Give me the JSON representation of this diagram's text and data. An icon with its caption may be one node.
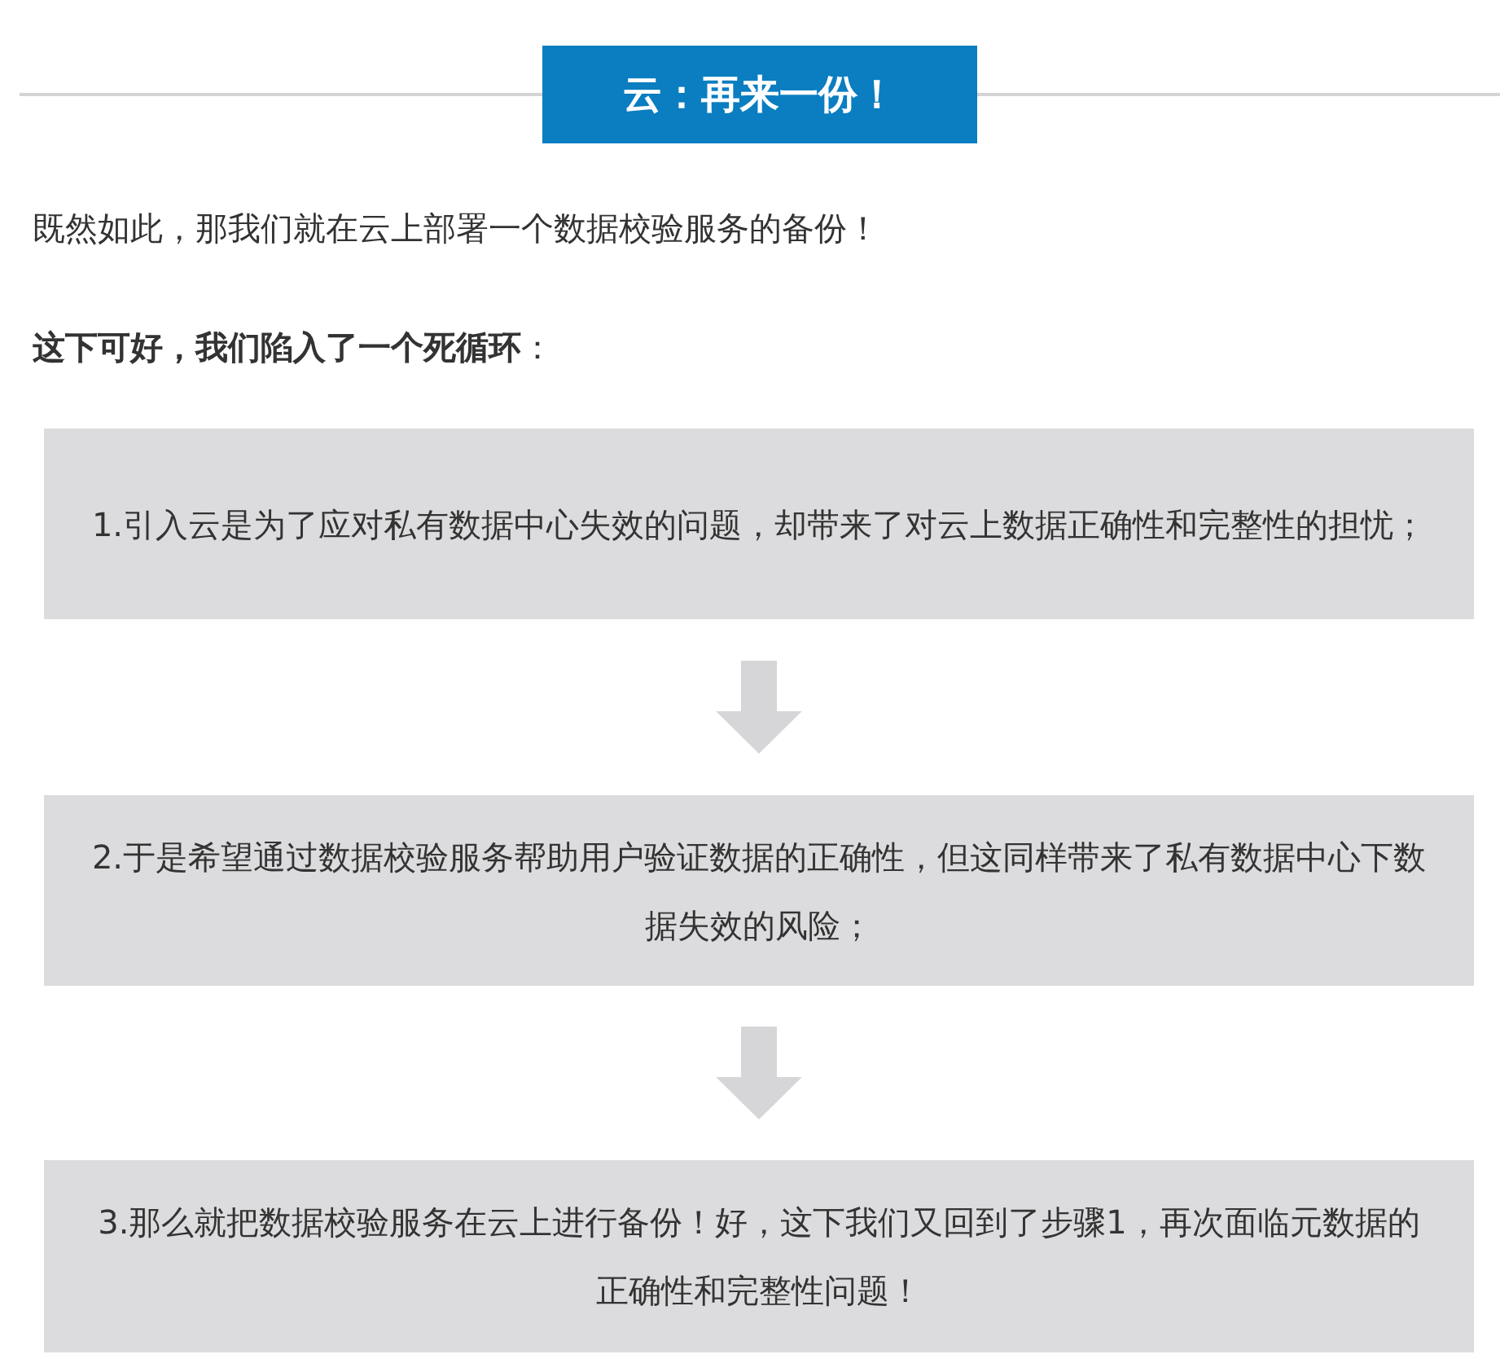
{
  "diagram": {
    "title": "云：再来一份！",
    "nodes": [
      {
        "text": [
          "1.引入云是为了应对私有数据中心失效的问题，却带来了对云上数据正确性和完整性的担忧；"
        ]
      },
      {
        "text": [
          "2.于是希望通过数据校验服务帮助用户验证数据的正确性，但这同样带来了私有数据中心下数据失效的风险；"
        ]
      },
      {
        "text": [
          "3.那么就把数据校验服务在云上进行备份！好，这下我们又回到了步骤1，再次面临元数据的正确性和完整性问题！"
        ]
      }
    ],
    "edges": [
      {
        "from": 0,
        "to": 1,
        "arrow": "to",
        "style": "thick",
        "color": "#d6d6d8"
      },
      {
        "from": 1,
        "to": 2,
        "arrow": "to",
        "style": "thick",
        "color": "#d6d6d8"
      }
    ],
    "labels": [
      "既然如此，那我们就在云上部署一个数据校验服务的备份！",
      "**这下可好，我们陷入了一个死循环**："
    ]
  }
}
